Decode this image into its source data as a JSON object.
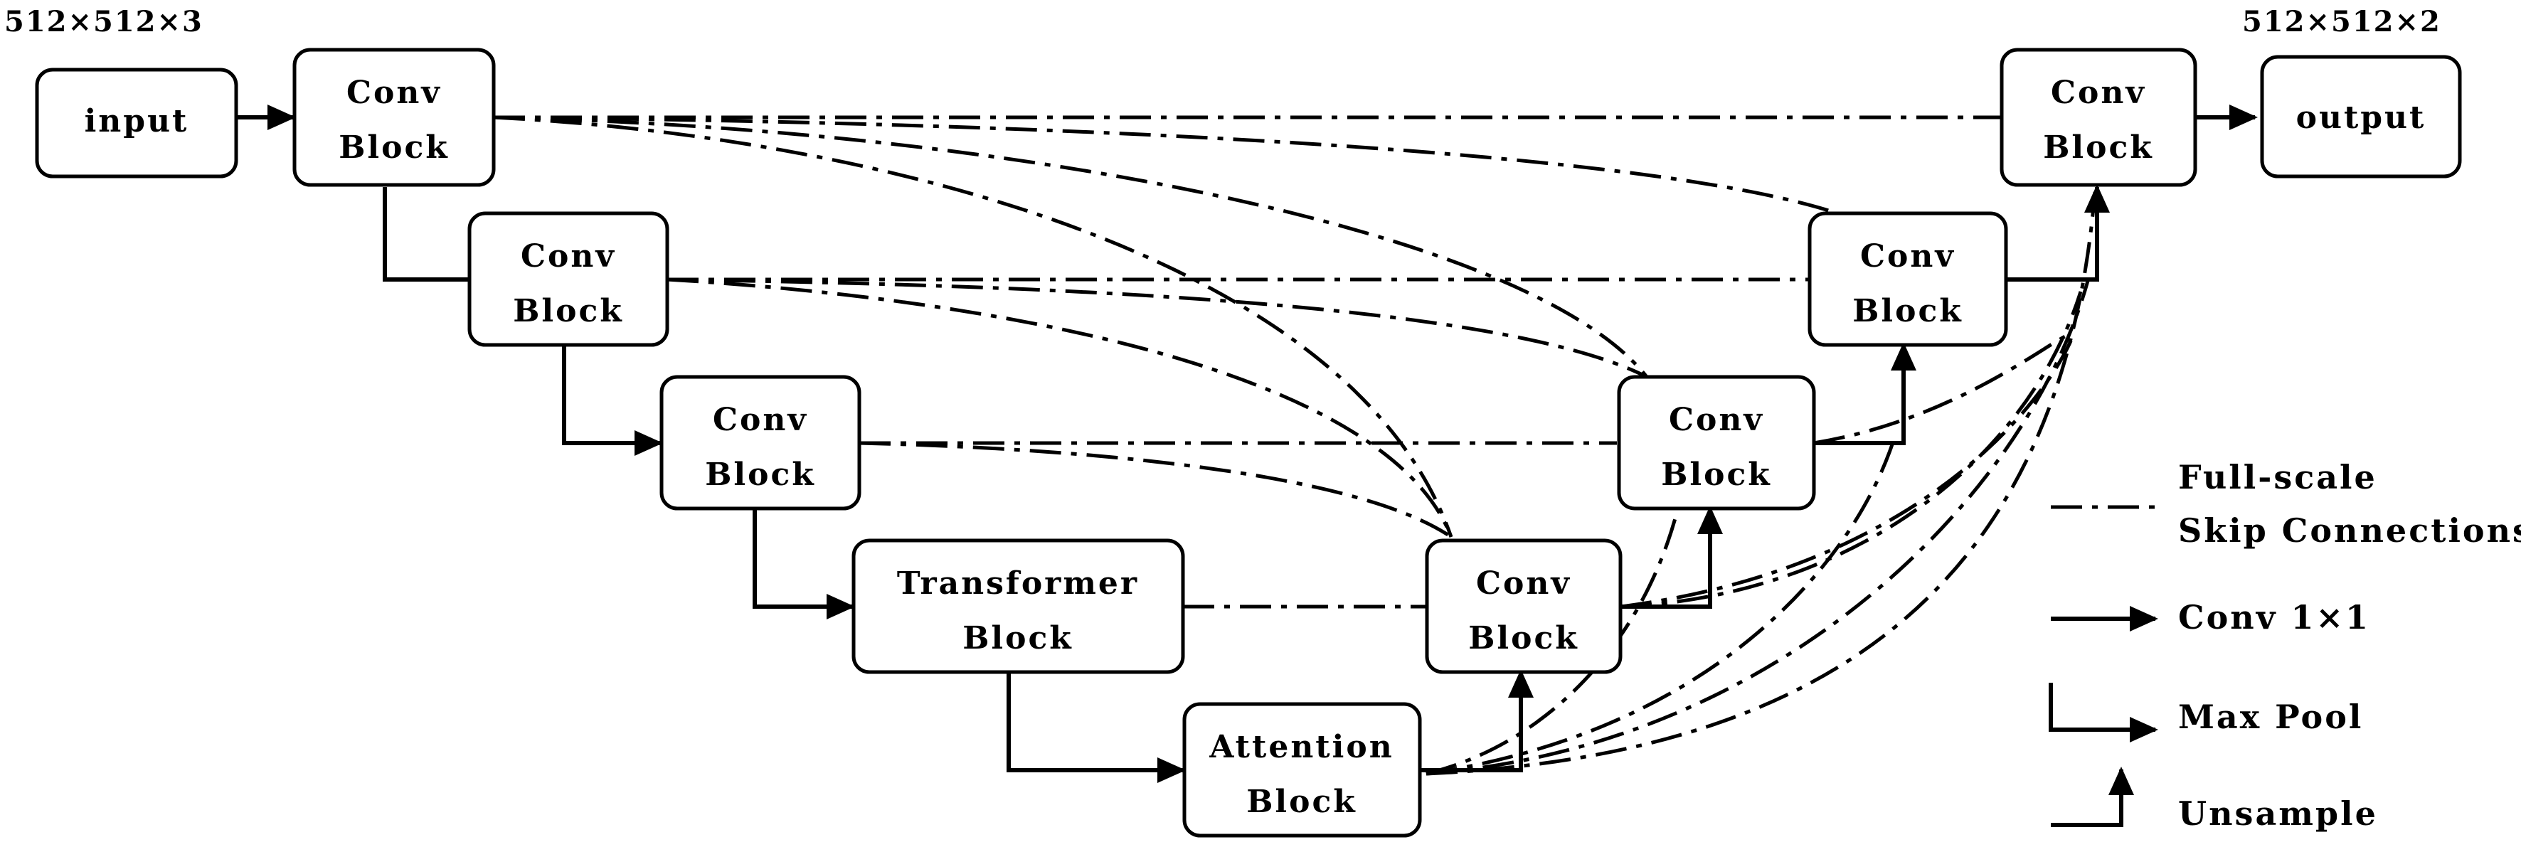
{
  "header": {
    "input_dim": "512×512×3",
    "output_dim": "512×512×2"
  },
  "nodes": {
    "input": "input",
    "output": "output",
    "enc1": [
      "Conv",
      "Block"
    ],
    "enc2": [
      "Conv",
      "Block"
    ],
    "enc3": [
      "Conv",
      "Block"
    ],
    "transformer": [
      "Transformer",
      "Block"
    ],
    "attention": [
      "Attention",
      "Block"
    ],
    "dec4": [
      "Conv",
      "Block"
    ],
    "dec3": [
      "Conv",
      "Block"
    ],
    "dec2": [
      "Conv",
      "Block"
    ],
    "dec1": [
      "Conv",
      "Block"
    ]
  },
  "legend": {
    "skip_line1": "Full-scale",
    "skip_line2": "Skip Connections",
    "conv": "Conv 1×1",
    "maxpool": "Max Pool",
    "upsample": "Unsample"
  }
}
